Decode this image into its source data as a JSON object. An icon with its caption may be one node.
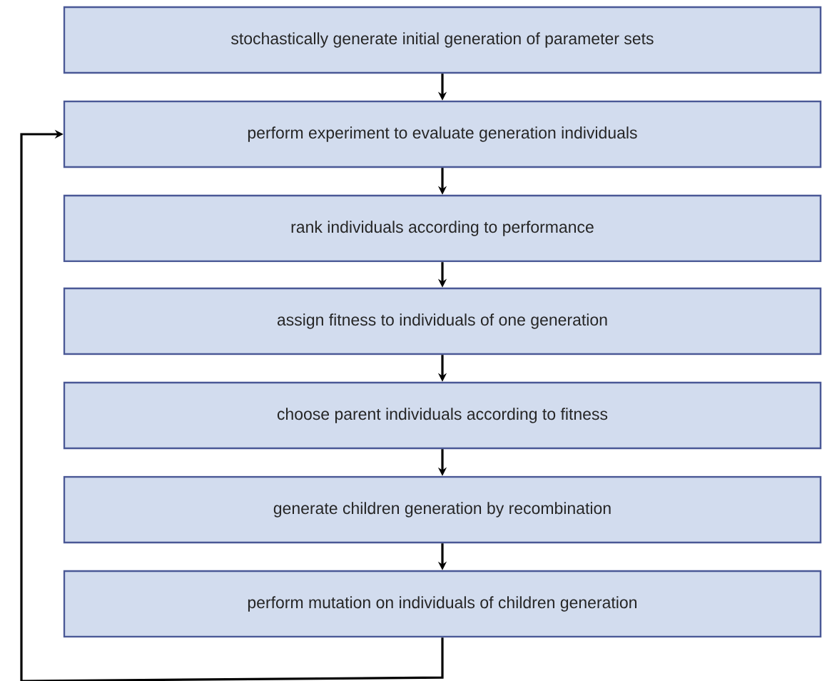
{
  "diagram": {
    "nodes": [
      {
        "text": [
          "stochastically generate initial generation of parameter sets"
        ]
      },
      {
        "text": [
          "perform experiment to evaluate generation individuals"
        ]
      },
      {
        "text": [
          "rank individuals according to performance"
        ]
      },
      {
        "text": [
          "assign fitness to individuals of one generation"
        ]
      },
      {
        "text": [
          "choose parent individuals according to fitness"
        ]
      },
      {
        "text": [
          "generate children generation by recombination"
        ]
      },
      {
        "text": [
          "perform mutation on individuals of children generation"
        ]
      }
    ],
    "edges": [
      {
        "from": 0,
        "to": 1,
        "arrow": "to"
      },
      {
        "from": 1,
        "to": 2,
        "arrow": "to"
      },
      {
        "from": 2,
        "to": 3,
        "arrow": "to"
      },
      {
        "from": 3,
        "to": 4,
        "arrow": "to"
      },
      {
        "from": 4,
        "to": 5,
        "arrow": "to"
      },
      {
        "from": 5,
        "to": 6,
        "arrow": "to"
      },
      {
        "from": 6,
        "to": 1,
        "arrow": "to"
      }
    ]
  }
}
